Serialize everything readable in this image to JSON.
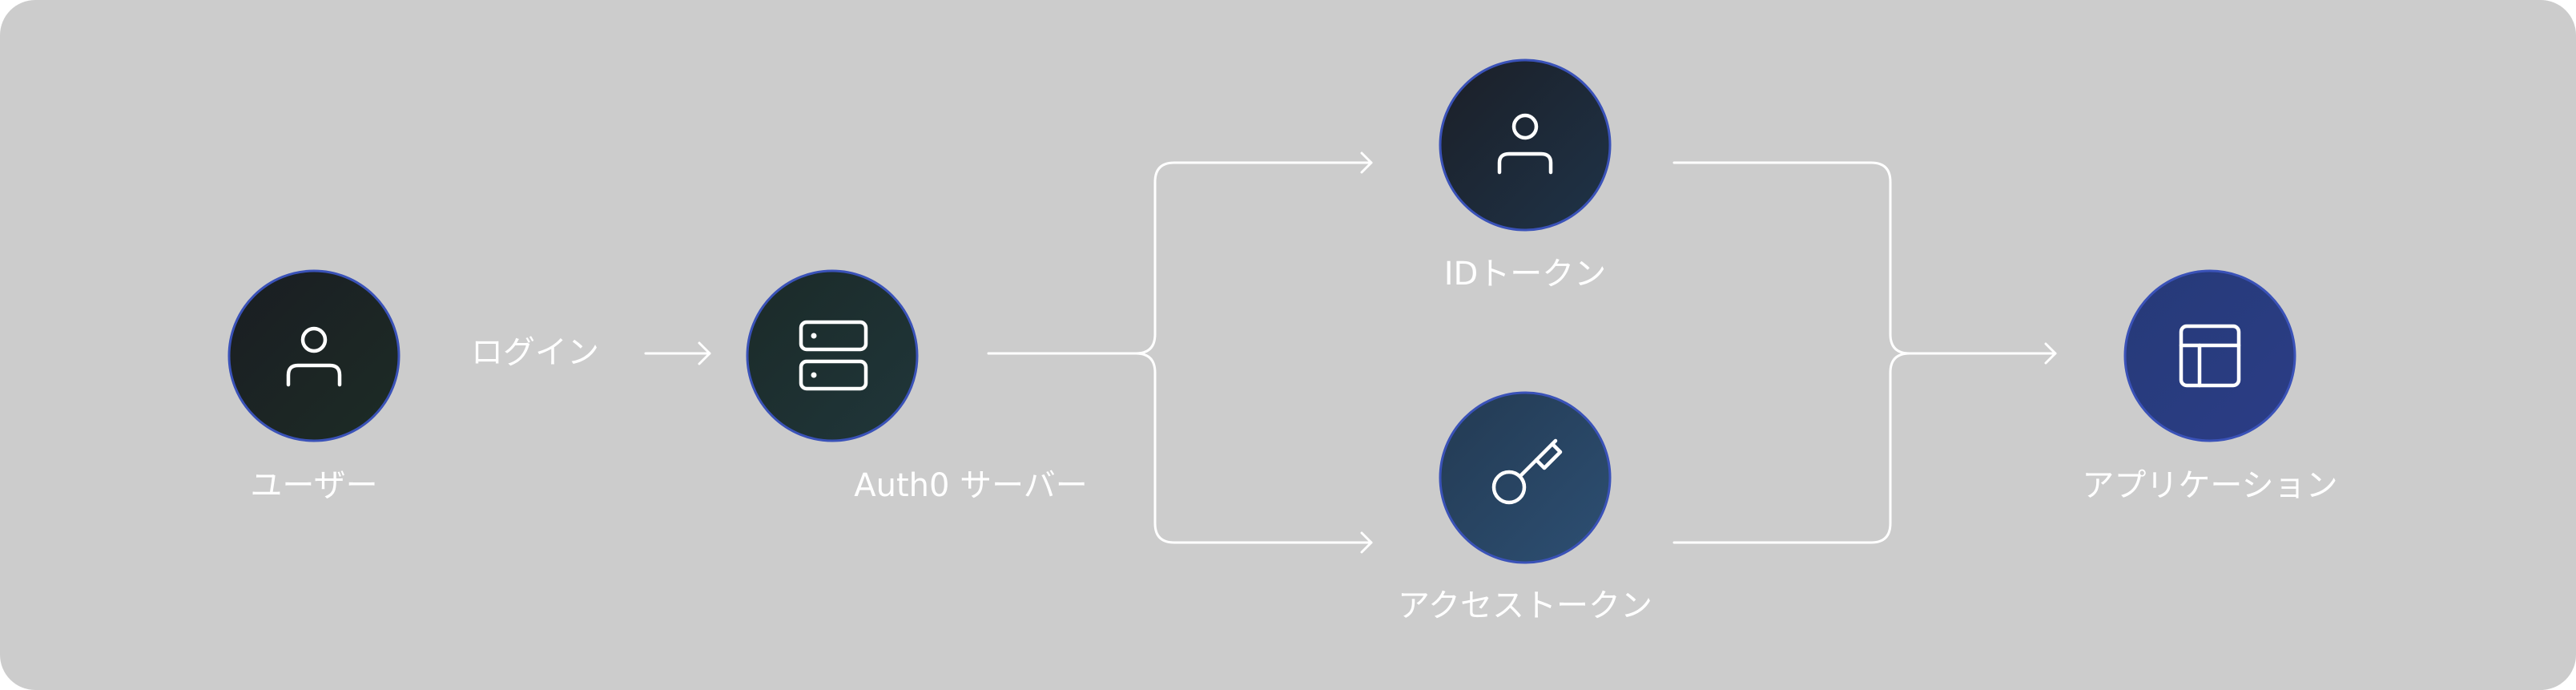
{
  "diagram": {
    "nodes": {
      "user": {
        "label": "ユーザー",
        "icon": "user-icon"
      },
      "auth0": {
        "label": "Auth0 サーバー",
        "icon": "server-icon"
      },
      "id_token": {
        "label": "IDトークン",
        "icon": "user-icon"
      },
      "access_token": {
        "label": "アクセストークン",
        "icon": "key-icon"
      },
      "application": {
        "label": "アプリケーション",
        "icon": "app-layout-icon"
      }
    },
    "edges": {
      "login": {
        "label": "ログイン"
      }
    },
    "colors": {
      "background": "#cccccc",
      "stroke": "#ffffff",
      "node_border": "#3a52b8"
    }
  }
}
